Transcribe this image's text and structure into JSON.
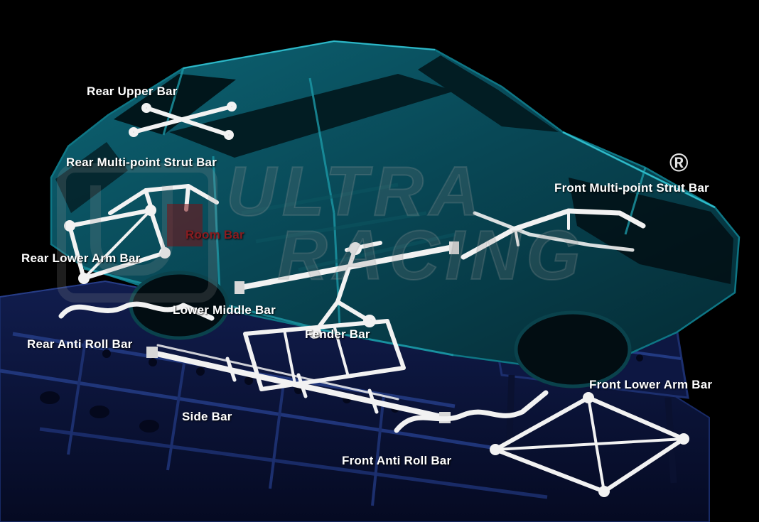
{
  "watermark": {
    "line1": "ULTRA",
    "line2": "RACING",
    "registered": "®"
  },
  "labels": [
    {
      "id": "rear-upper-bar",
      "text": "Rear Upper Bar"
    },
    {
      "id": "rear-multi-point-strut-bar",
      "text": "Rear Multi-point Strut Bar"
    },
    {
      "id": "room-bar",
      "text": "Room Bar"
    },
    {
      "id": "rear-lower-arm-bar",
      "text": "Rear Lower Arm Bar"
    },
    {
      "id": "lower-middle-bar",
      "text": "Lower Middle Bar"
    },
    {
      "id": "rear-anti-roll-bar",
      "text": "Rear Anti Roll Bar"
    },
    {
      "id": "fender-bar",
      "text": "Fender Bar"
    },
    {
      "id": "side-bar",
      "text": "Side Bar"
    },
    {
      "id": "front-multi-point-strut-bar",
      "text": "Front Multi-point Strut Bar"
    },
    {
      "id": "front-lower-arm-bar",
      "text": "Front Lower Arm Bar"
    },
    {
      "id": "front-anti-roll-bar",
      "text": "Front Anti Roll Bar"
    }
  ],
  "colors": {
    "background": "#000000",
    "label_text": "#ffffff",
    "room_bar_label": "#8a1c20",
    "car_body_teal": "#0d6272",
    "chassis_navy": "#101b4a",
    "product_bar_white": "#f2f2f2",
    "watermark_gray": "#808080"
  }
}
